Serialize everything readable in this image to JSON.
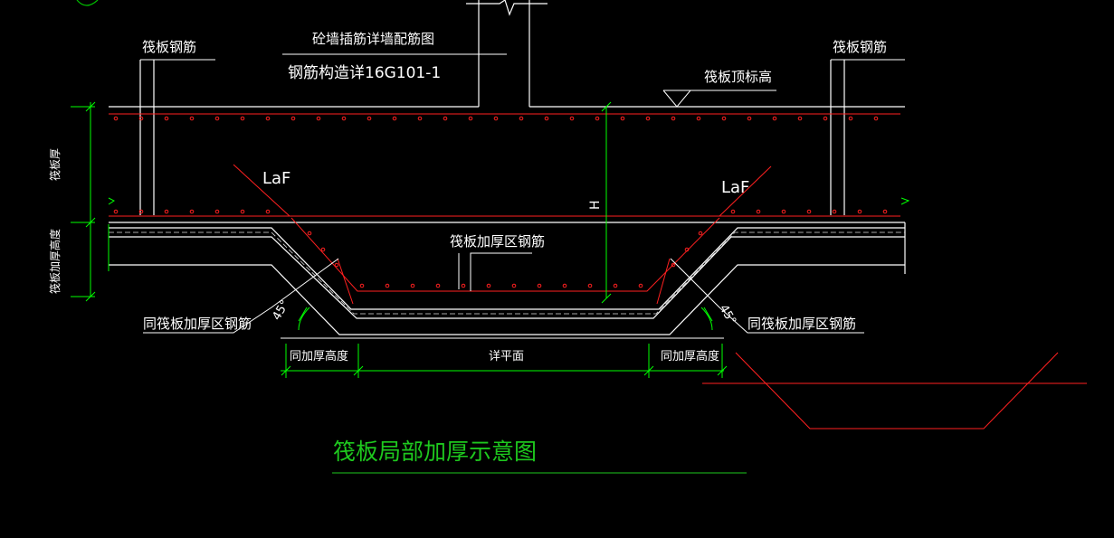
{
  "labels": {
    "top_left_rebar": "筏板钢筋",
    "top_right_rebar": "筏板钢筋",
    "wall_detail": "砼墙插筋详墙配筋图",
    "rebar_detail_ref": "钢筋构造详16G101-1",
    "raft_top_elevation": "筏板顶标高",
    "raft_thickness": "筏板厚",
    "thickened_height": "筏板加厚高度",
    "laf_left": "LaF",
    "laf_right": "LaF",
    "h_dim": "H",
    "thickened_zone_rebar": "筏板加厚区钢筋",
    "same_rebar_left": "同筏板加厚区钢筋",
    "same_rebar_right": "同筏板加厚区钢筋",
    "angle_left": "45°",
    "angle_right": "45°",
    "dim_left": "同加厚高度",
    "dim_middle": "详平面",
    "dim_right": "同加厚高度",
    "title": "筏板局部加厚示意图"
  },
  "colors": {
    "background": "#000000",
    "white_lines": "#ffffff",
    "rebar_red": "#ff2020",
    "dim_green": "#00ff00",
    "title_green": "#1ec81e"
  }
}
